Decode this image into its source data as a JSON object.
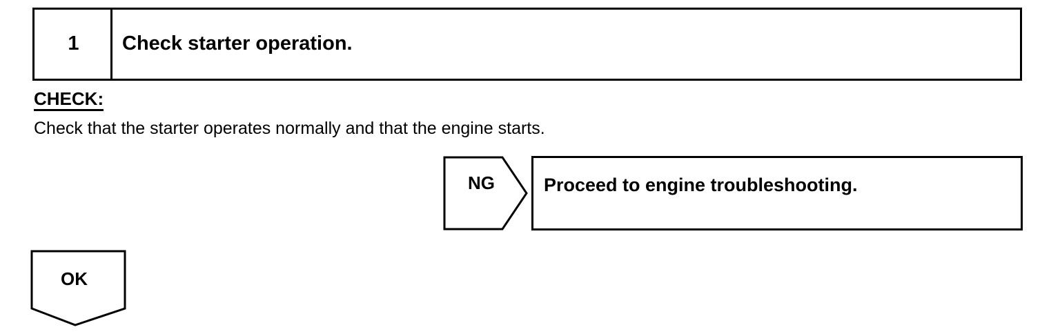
{
  "step": {
    "number": "1",
    "title": "Check starter operation."
  },
  "check": {
    "heading": "CHECK:",
    "text": "Check that the starter operates normally and that the engine starts."
  },
  "ng_branch": {
    "label": "NG",
    "action": "Proceed to engine troubleshooting."
  },
  "ok_branch": {
    "label": "OK"
  }
}
